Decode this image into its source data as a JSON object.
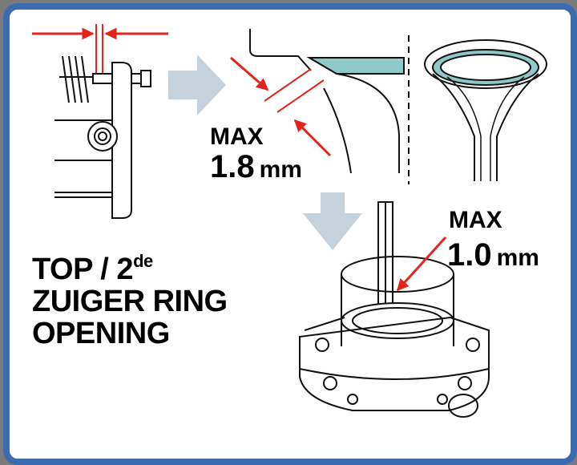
{
  "measurement_a": {
    "label": "MAX",
    "value": "1.8",
    "unit": "mm"
  },
  "measurement_b": {
    "label": "MAX",
    "value": "1.0",
    "unit": "mm"
  },
  "title": {
    "line1_main": "TOP / 2",
    "line1_sup": "de",
    "line2": "ZUIGER RING",
    "line3": "OPENING"
  },
  "colors": {
    "frame": "#3a6ab0",
    "arrow_red": "#e3241c",
    "flow_arrow": "#c5d2dc",
    "valve_seat": "#8ec9c8",
    "line": "#111111"
  }
}
